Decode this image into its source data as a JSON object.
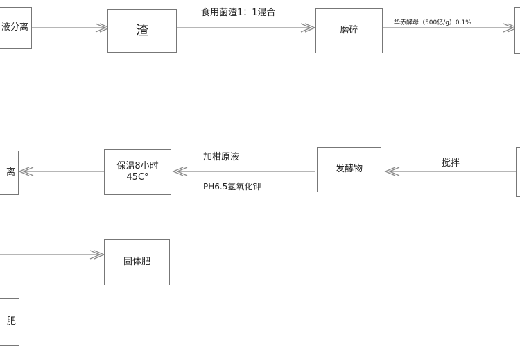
{
  "nodes": {
    "separation_top": "液分离",
    "residue": "渣",
    "grind": "磨碎",
    "ferment_product": "发酵物",
    "incubate_line1": "保温8小时",
    "incubate_line2": "45C°",
    "separation_mid": "离",
    "solid_fertilizer": "固体肥",
    "bottom_partial": "肥"
  },
  "edge_labels": {
    "mix": "食用菌渣1：1混合",
    "yeast": "华赤酵母（500亿/g）0.1%",
    "stir": "搅拌",
    "citrus": "加柑原液",
    "ph": "PH6.5氢氧化钾"
  }
}
